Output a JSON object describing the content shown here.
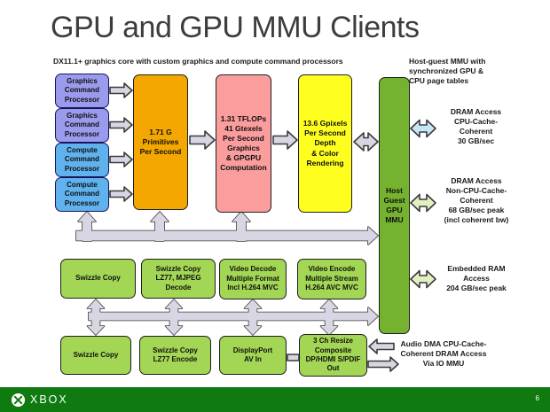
{
  "slide": {
    "title": "GPU and GPU MMU Clients",
    "subtitle": "DX11.1+ graphics core with custom graphics and compute command processors",
    "footer_brand": "XBOX",
    "page_number": "6"
  },
  "colors": {
    "graphics_cp": "#9b9bee",
    "compute_cp": "#5fb2ee",
    "primitives": "#f4a700",
    "shader": "#fb9d9d",
    "render": "#ffff1f",
    "mmu_column": "#74b22f",
    "copy_engine": "#a2d654",
    "arrow_fill": "#d9d6e3",
    "arrow_blue": "#c6e7f7",
    "arrow_green": "#e2f1c2",
    "footer_bar": "#0f7a0f"
  },
  "diagram": {
    "boxes": {
      "gcp1": {
        "label": "Graphics\nCommand\nProcessor"
      },
      "gcp2": {
        "label": "Graphics\nCommand\nProcessor"
      },
      "ccp1": {
        "label": "Compute\nCommand\nProcessor"
      },
      "ccp2": {
        "label": "Compute\nCommand\nProcessor"
      },
      "primitives": {
        "label": "1.71 G\nPrimitives\nPer Second"
      },
      "shader": {
        "label": "1.31 TFLOPs\n41 Gtexels\nPer Second\nGraphics\n& GPGPU\nComputation"
      },
      "render": {
        "label": "13.6 Gpixels\nPer Second\nDepth\n& Color\nRendering"
      },
      "mmu": {
        "label": "Host\nGuest\nGPU\nMMU"
      },
      "swizzle1": {
        "label": "Swizzle Copy"
      },
      "swizzle_decode": {
        "label": "Swizzle Copy\nLZ77, MJPEG\nDecode"
      },
      "video_decode": {
        "label": "Video Decode\nMultiple Format\nIncl H.264 MVC"
      },
      "video_encode": {
        "label": "Video Encode\nMultiple Stream\nH.264 AVC MVC"
      },
      "swizzle2": {
        "label": "Swizzle Copy"
      },
      "swizzle_encode": {
        "label": "Swizzle Copy\nLZ77 Encode"
      },
      "displayport": {
        "label": "DisplayPort\nAV In"
      },
      "resize_out": {
        "label": "3 Ch Resize\nComposite\nDP/HDMI S/PDIF\nOut"
      }
    },
    "notes": {
      "host_guest": "Host-guest MMU with\nsynchronized GPU &\nCPU page tables",
      "dram_coherent": "DRAM Access\nCPU-Cache-\nCoherent\n30 GB/sec",
      "dram_noncoherent": "DRAM Access\nNon-CPU-Cache-\nCoherent\n68 GB/sec peak\n(incl coherent bw)",
      "embedded_ram": "Embedded RAM\nAccess\n204 GB/sec peak",
      "audio_dma": "Audio DMA CPU-Cache-\nCoherent DRAM Access\nVia IO MMU"
    }
  }
}
